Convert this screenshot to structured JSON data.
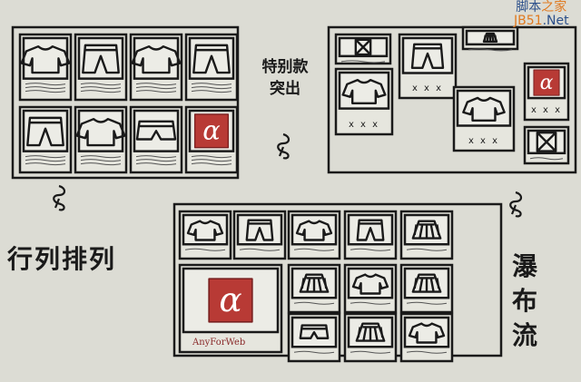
{
  "labels": {
    "special_highlight": "特别款突出",
    "grid_layout": "行列排列",
    "waterfall": "瀑布流"
  },
  "brand_text": "AnyForWeb",
  "watermark": {
    "line1a": "脚本",
    "line1b": "之家",
    "line2a": "JB51",
    "line2b": ".Net"
  },
  "colors": {
    "paper": "#dcdcd4",
    "ink": "#1a1a1a",
    "accent": "#b83a35",
    "watermark_blue": "#2b4f8a",
    "watermark_orange": "#e07a20"
  },
  "grid_panel": {
    "items": [
      "shirt",
      "pants",
      "shirt",
      "pants",
      "pants",
      "shirt",
      "shorts",
      "alpha-logo"
    ]
  },
  "waterfall_panel": {
    "item_caption": "x x x",
    "items": [
      "image-placeholder",
      "pants",
      "skirt",
      "shirt",
      "alpha-logo",
      "shirt",
      "image-placeholder"
    ]
  },
  "featured_panel": {
    "items": [
      "shirt",
      "pants",
      "shirt",
      "pants",
      "skirt",
      "skirt",
      "shirt",
      "skirt",
      "shorts",
      "skirt",
      "shirt"
    ],
    "featured": "alpha-logo"
  }
}
